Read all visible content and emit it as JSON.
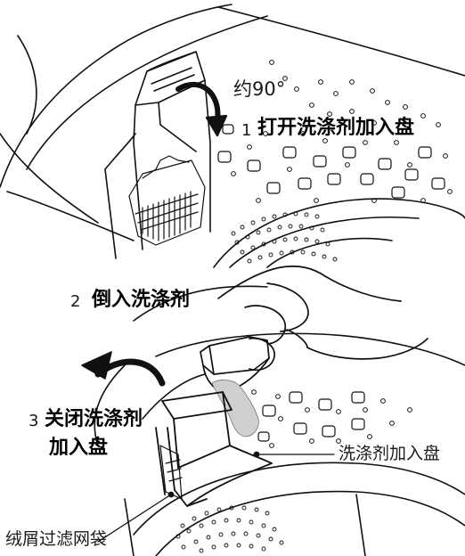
{
  "labels": {
    "angle": "约90°",
    "step1_num": "1",
    "step1_text": "打开洗涤剂加入盘",
    "step2_num": "2",
    "step2_text": "倒入洗涤剂",
    "step3_num": "3",
    "step3_text_line1": "关闭洗涤剂",
    "step3_text_line2": "加入盘",
    "dispenser_callout": "洗涤剂加入盘",
    "lint_filter_callout": "绒屑过滤网袋"
  }
}
